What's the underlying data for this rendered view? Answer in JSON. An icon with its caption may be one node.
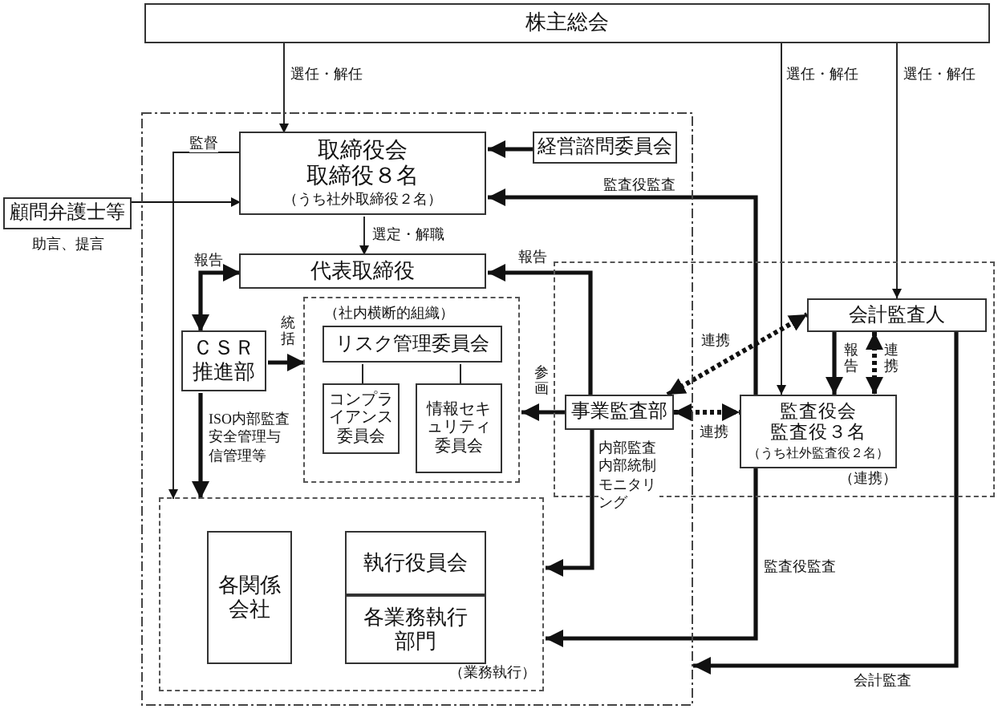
{
  "diagram": {
    "nodes": [
      {
        "text": [
          "株主総会"
        ]
      },
      {
        "text": [],
        "shape": "box"
      },
      {
        "text": [
          "取締役会",
          "取締役８名",
          "（うち社外取締役２名）"
        ],
        "in": 1
      },
      {
        "text": [
          "経営諮問委員会"
        ],
        "in": 1
      },
      {
        "text": [
          "顧問弁護士等"
        ],
        "beside": [
          "助言、提言"
        ]
      },
      {
        "text": [
          "代表取締役"
        ],
        "in": 1
      },
      {
        "text": [
          "ＣＳＲ推進部"
        ],
        "in": 1
      },
      {
        "text": [
          "（社内横断的組織）"
        ],
        "in": 1
      },
      {
        "text": [
          "リスク管理委員会"
        ],
        "in": 7
      },
      {
        "text": [
          "コンプライアンス委員会"
        ],
        "in": 7
      },
      {
        "text": [
          "情報セキュリティ委員会"
        ],
        "in": 7
      },
      {
        "text": [
          "（連携）"
        ]
      },
      {
        "text": [
          "事業監査部"
        ]
      },
      {
        "text": [
          "会計監査人"
        ],
        "in": 11
      },
      {
        "text": [
          "監査役会",
          "監査役３名",
          "（うち社外監査役２名）"
        ],
        "in": 11
      },
      {
        "text": [
          "（業務執行）"
        ],
        "in": 1
      },
      {
        "text": [
          "各関係会社"
        ],
        "in": 15
      },
      {
        "text": [
          "執行役員会"
        ],
        "in": 15
      },
      {
        "text": [
          "各業務執行部門"
        ],
        "in": 15
      }
    ],
    "edges": [
      {
        "from": 0,
        "to": 2,
        "arrow": "to",
        "label": "選任・解任"
      },
      {
        "from": 0,
        "to": 14,
        "arrow": "to",
        "label": "選任・解任"
      },
      {
        "from": 0,
        "to": 13,
        "arrow": "to",
        "label": "選任・解任"
      },
      {
        "from": 4,
        "to": 2,
        "arrow": "to"
      },
      {
        "from": 3,
        "to": 2,
        "arrow": "to"
      },
      {
        "from": 14,
        "to": 2,
        "arrow": "to",
        "label": "監査役監査"
      },
      {
        "from": 12,
        "to": 5,
        "arrow": "to",
        "label": "報告"
      },
      {
        "from": 2,
        "to": 5,
        "arrow": "to",
        "label": "選定・解職"
      },
      {
        "from": 2,
        "to": 15,
        "arrow": "to",
        "label": "監督"
      },
      {
        "from": 5,
        "to": 6,
        "arrow": "both",
        "label": "報告"
      },
      {
        "from": 6,
        "to": 7,
        "arrow": "to",
        "label": "統括"
      },
      {
        "from": 6,
        "to": 15,
        "arrow": "to",
        "label": "ISO内部監査安全管理与信管理等"
      },
      {
        "from": 8,
        "to": 9,
        "arrow": "none"
      },
      {
        "from": 8,
        "to": 10,
        "arrow": "none"
      },
      {
        "from": 12,
        "to": 7,
        "arrow": "to",
        "label": "参画"
      },
      {
        "from": 12,
        "to": 15,
        "arrow": "to",
        "label": "内部監査内部統制モニタリング"
      },
      {
        "from": 12,
        "to": 13,
        "arrow": "both",
        "style": "dashed",
        "label": "連携"
      },
      {
        "from": 12,
        "to": 14,
        "arrow": "both",
        "style": "dashed",
        "label": "連携"
      },
      {
        "from": 13,
        "to": 14,
        "arrow": "to",
        "label": "報告"
      },
      {
        "from": 13,
        "to": 14,
        "arrow": "both",
        "style": "dashed",
        "label": "連携"
      },
      {
        "from": 14,
        "to": 15,
        "arrow": "to",
        "label": "監査役監査"
      },
      {
        "from": 13,
        "to": 1,
        "arrow": "to",
        "label": "会計監査"
      }
    ]
  }
}
